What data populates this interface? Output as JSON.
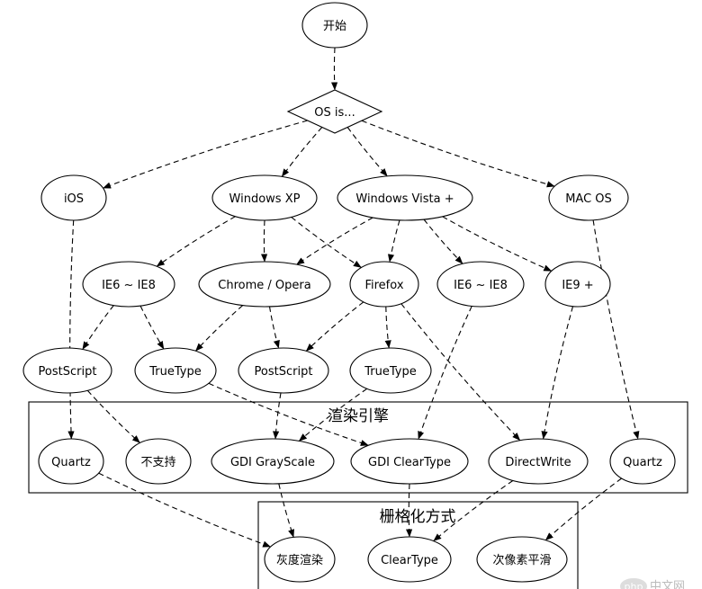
{
  "nodes": {
    "start": "开始",
    "os_is": "OS is...",
    "ios": "iOS",
    "winxp": "Windows XP",
    "winvista": "Windows Vista +",
    "macos": "MAC OS",
    "ie6_xp": "IE6 ~ IE8",
    "chrome_opera": "Chrome / Opera",
    "firefox": "Firefox",
    "ie6_vista": "IE6 ~ IE8",
    "ie9": "IE9 +",
    "postscript_1": "PostScript",
    "truetype_1": "TrueType",
    "postscript_2": "PostScript",
    "truetype_2": "TrueType",
    "quartz_1": "Quartz",
    "unsupported": "不支持",
    "gdi_grayscale": "GDI GrayScale",
    "gdi_cleartype": "GDI ClearType",
    "directwrite": "DirectWrite",
    "quartz_2": "Quartz",
    "grayscale_render": "灰度渲染",
    "cleartype": "ClearType",
    "subpixel": "次像素平滑"
  },
  "clusters": {
    "render_engine": "渲染引擎",
    "rasterization": "栅格化方式"
  },
  "edges": [
    [
      "start",
      "os_is"
    ],
    [
      "os_is",
      "ios"
    ],
    [
      "os_is",
      "winxp"
    ],
    [
      "os_is",
      "winvista"
    ],
    [
      "os_is",
      "macos"
    ],
    [
      "winxp",
      "ie6_xp"
    ],
    [
      "winxp",
      "chrome_opera"
    ],
    [
      "winxp",
      "firefox"
    ],
    [
      "winvista",
      "chrome_opera"
    ],
    [
      "winvista",
      "firefox"
    ],
    [
      "winvista",
      "ie6_vista"
    ],
    [
      "winvista",
      "ie9"
    ],
    [
      "ie6_xp",
      "postscript_1"
    ],
    [
      "ie6_xp",
      "truetype_1"
    ],
    [
      "chrome_opera",
      "truetype_1"
    ],
    [
      "chrome_opera",
      "postscript_2"
    ],
    [
      "firefox",
      "postscript_2"
    ],
    [
      "firefox",
      "truetype_2"
    ],
    [
      "firefox",
      "directwrite"
    ],
    [
      "postscript_1",
      "unsupported"
    ],
    [
      "truetype_1",
      "gdi_cleartype"
    ],
    [
      "postscript_2",
      "gdi_grayscale"
    ],
    [
      "truetype_2",
      "gdi_grayscale"
    ],
    [
      "ie6_vista",
      "gdi_cleartype"
    ],
    [
      "ie9",
      "directwrite"
    ],
    [
      "ios",
      "quartz_1"
    ],
    [
      "macos",
      "quartz_2"
    ],
    [
      "quartz_1",
      "grayscale_render"
    ],
    [
      "gdi_grayscale",
      "grayscale_render"
    ],
    [
      "gdi_cleartype",
      "cleartype"
    ],
    [
      "directwrite",
      "cleartype"
    ],
    [
      "quartz_2",
      "subpixel"
    ]
  ],
  "watermark": {
    "badge": "php",
    "text": "中文网"
  }
}
